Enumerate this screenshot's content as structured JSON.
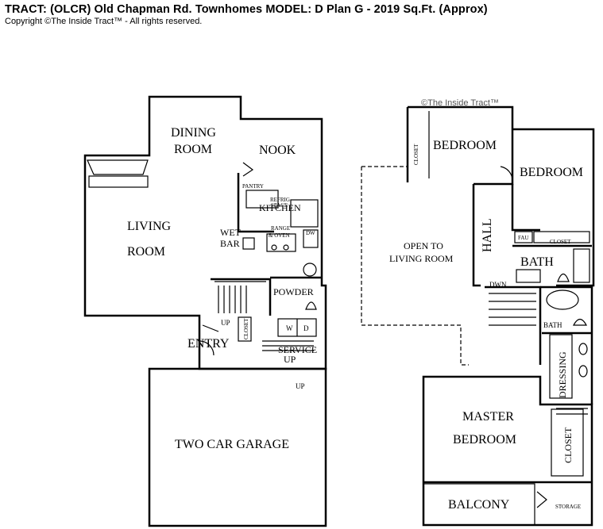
{
  "header": {
    "title": "TRACT: (OLCR) Old Chapman Rd. Townhomes   MODEL: D Plan G  -  2019 Sq.Ft. (Approx)",
    "copyright": "Copyright  ©The Inside Tract™ - All rights reserved."
  },
  "watermark": "©The Inside Tract™",
  "first_floor": {
    "dining_room": [
      "DINING",
      "ROOM"
    ],
    "nook": "NOOK",
    "pantry": "PANTRY",
    "refrig_space": [
      "REFRIG",
      "SPACE"
    ],
    "kitchen": "KITCHEN",
    "living_room": [
      "LIVING",
      "ROOM"
    ],
    "wet_bar": [
      "WET",
      "BAR"
    ],
    "range_oven": [
      "RANGE",
      "& OVEN"
    ],
    "dw": "DW",
    "powder": "POWDER",
    "up_stairs": "UP",
    "closet": "CLOSET",
    "washer": "W",
    "dryer": "D",
    "entry": "ENTRY",
    "service": "SERVICE",
    "service_up": "UP",
    "garage_up": "UP",
    "garage": "TWO CAR GARAGE"
  },
  "second_floor": {
    "closet_left": "CLOSET",
    "bedroom_1": "BEDROOM",
    "bedroom_2": "BEDROOM",
    "open_to_living": [
      "OPEN TO",
      "LIVING ROOM"
    ],
    "hall": "HALL",
    "fau": "FAU",
    "closet_hall": "CLOSET",
    "bath": "BATH",
    "dwn": "DWN",
    "bath_master": "BATH",
    "dressing": "DRESSING",
    "master_bedroom": [
      "MASTER",
      "BEDROOM"
    ],
    "closet_master": "CLOSET",
    "balcony": "BALCONY",
    "storage": "STORAGE"
  }
}
